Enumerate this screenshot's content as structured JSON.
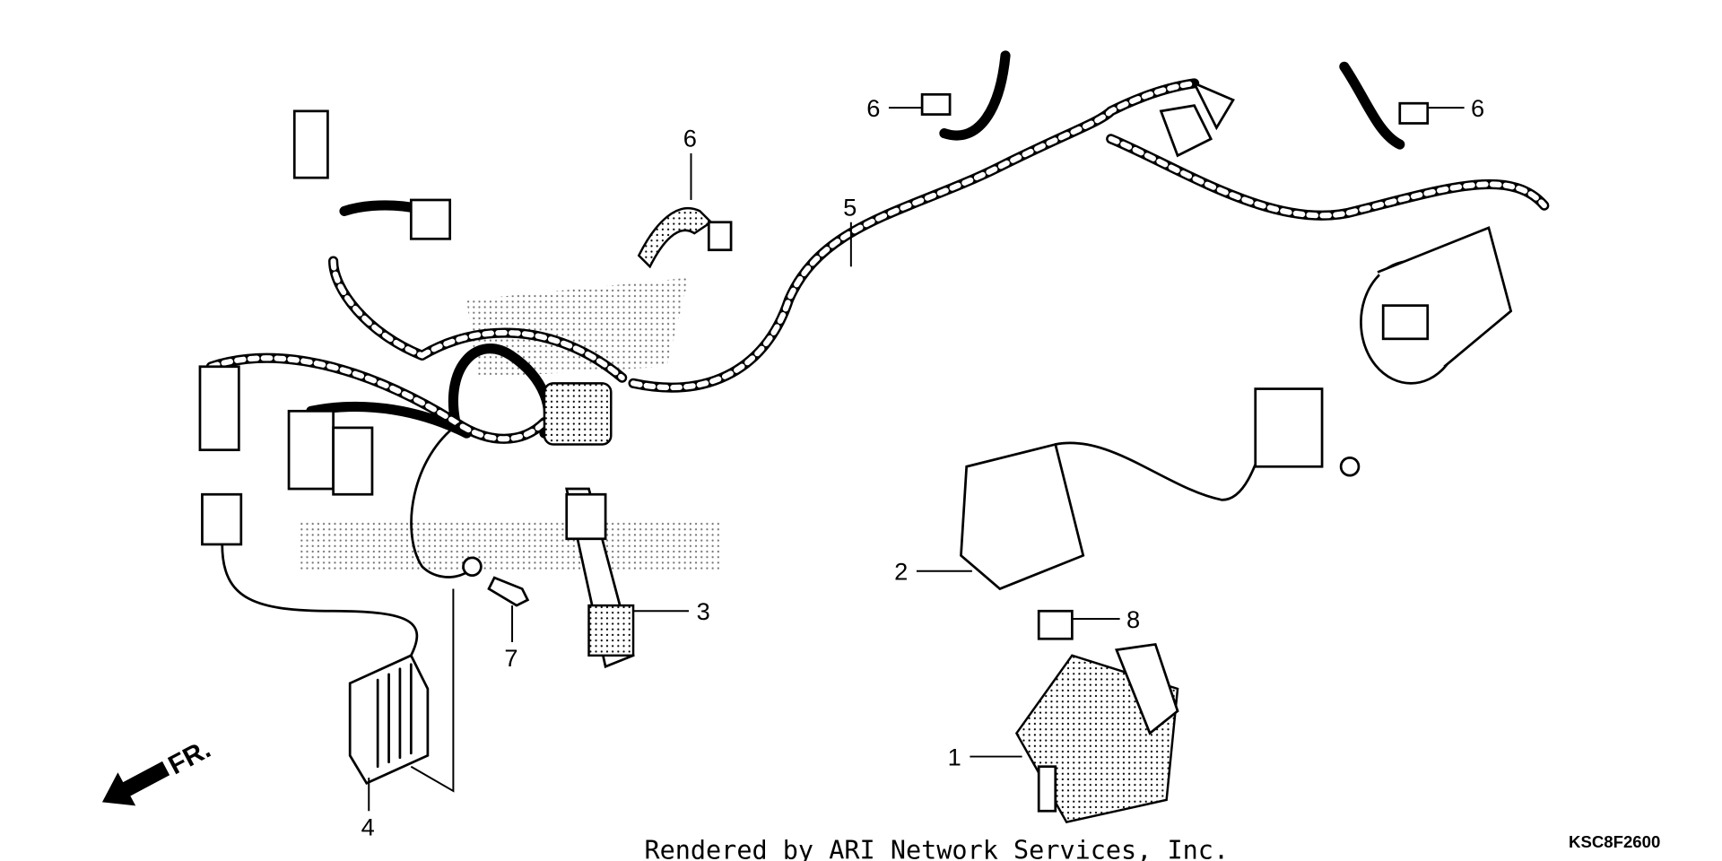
{
  "diagram": {
    "callouts": {
      "c1": "1",
      "c2": "2",
      "c3": "3",
      "c4": "4",
      "c5": "5",
      "c6a": "6",
      "c6b": "6",
      "c6c": "6",
      "c7": "7",
      "c8": "8"
    },
    "direction_label": "FR.",
    "footer": "Rendered by ARI Network Services, Inc.",
    "diagram_code": "KSC8F2600"
  }
}
